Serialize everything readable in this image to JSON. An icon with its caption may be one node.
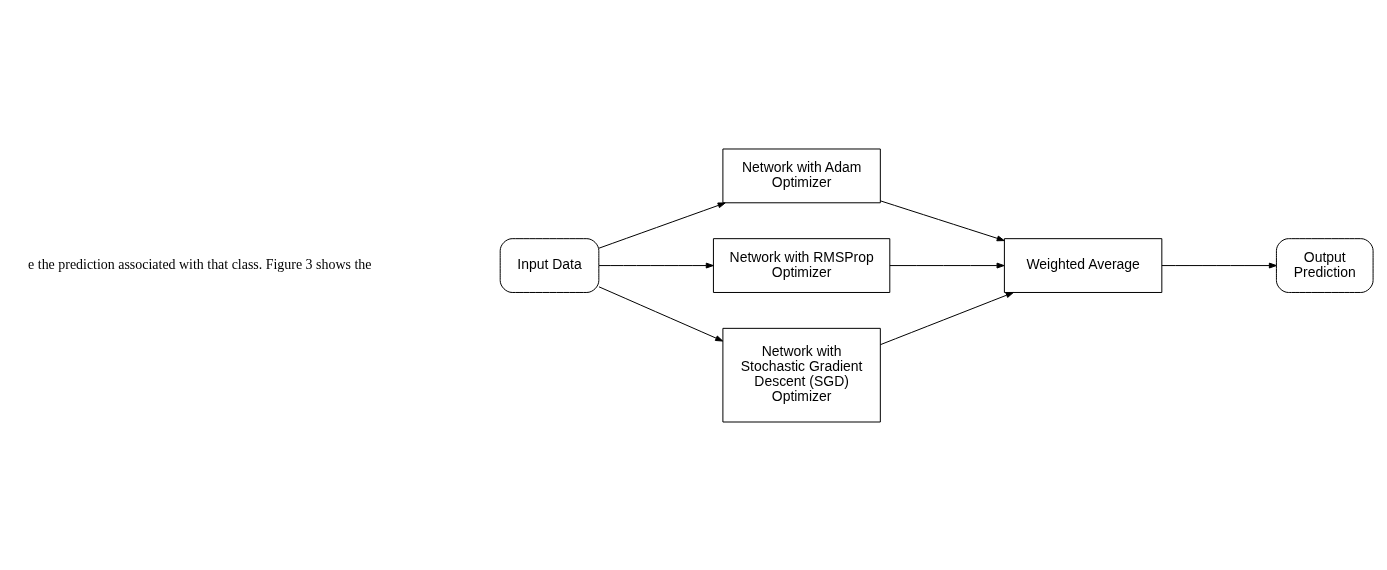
{
  "diagram": {
    "nodes": [
      {
        "text": [
          "Input Data"
        ]
      },
      {
        "text": [
          "Network with Adam Optimizer"
        ]
      },
      {
        "text": [
          "Network with RMSProp Optimizer"
        ]
      },
      {
        "text": [
          "Network with Stochastic Gradient Descent (SGD) Optimizer"
        ]
      },
      {
        "text": [
          "Weighted Average"
        ]
      },
      {
        "text": [
          "Output Prediction"
        ]
      }
    ],
    "edges": [
      {
        "from": 0,
        "to": 1,
        "arrow": "to"
      },
      {
        "from": 0,
        "to": 2,
        "arrow": "to"
      },
      {
        "from": 0,
        "to": 3,
        "arrow": "to"
      },
      {
        "from": 1,
        "to": 4,
        "arrow": "to"
      },
      {
        "from": 2,
        "to": 4,
        "arrow": "to"
      },
      {
        "from": 3,
        "to": 4,
        "arrow": "to"
      },
      {
        "from": 4,
        "to": 5,
        "arrow": "to"
      }
    ],
    "labels": [
      "e the prediction associated with that class. Figure 3 shows the"
    ]
  }
}
